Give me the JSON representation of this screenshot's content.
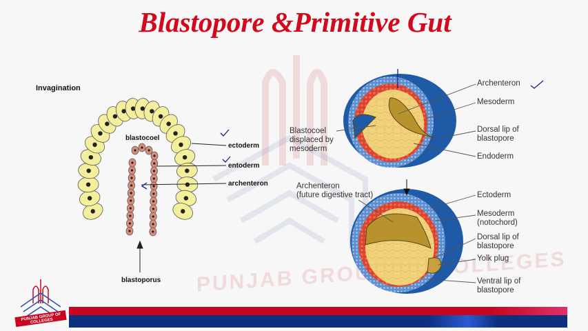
{
  "slide": {
    "title": "Blastopore &Primitive Gut",
    "watermark": "PUNJAB GROUP OF COLLEGES",
    "logo_text": "PUNJAB GROUP OF COLLEGES"
  },
  "left_diagram": {
    "heading": "Invagination",
    "labels": {
      "blastocoel": "blastocoel",
      "ectoderm": "ectoderm",
      "entoderm": "entoderm",
      "archenteron": "archenteron",
      "blastoporus": "blastoporus"
    }
  },
  "right_top": {
    "archenteron": "Archenteron",
    "mesoderm": "Mesoderm",
    "dorsal_lip_1": "Dorsal lip of",
    "dorsal_lip_2": "blastopore",
    "endoderm": "Endoderm",
    "blastocoel_1": "Blastocoel",
    "blastocoel_2": "displaced by",
    "blastocoel_3": "mesoderm"
  },
  "right_bottom": {
    "archenteron_1": "Archenteron",
    "archenteron_2": "(future digestive tract)",
    "ectoderm": "Ectoderm",
    "mesoderm_1": "Mesoderm",
    "mesoderm_2": "(notochord)",
    "dorsal_lip_1": "Dorsal lip of",
    "dorsal_lip_2": "blastopore",
    "yolk_plug": "Yolk plug",
    "ventral_lip_1": "Ventral lip of",
    "ventral_lip_2": "blastopore"
  },
  "colors": {
    "title": "#d3081c",
    "red_bar": "#c8061f",
    "blue_bar": "#0c2f7e"
  }
}
